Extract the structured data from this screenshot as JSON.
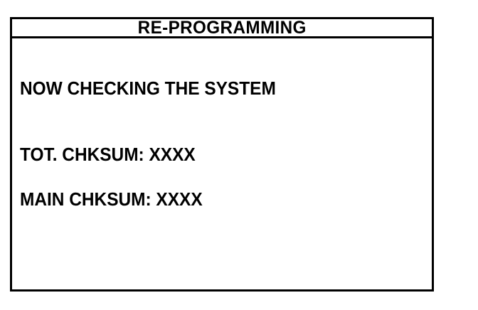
{
  "screen": {
    "title": "RE-PROGRAMMING",
    "status_message": "NOW CHECKING THE SYSTEM",
    "checksums": [
      {
        "label": "TOT. CHKSUM:",
        "value": "XXXX",
        "full_text": "TOT. CHKSUM: XXXX"
      },
      {
        "label": "MAIN CHKSUM:",
        "value": "XXXX",
        "full_text": "MAIN CHKSUM: XXXX"
      }
    ],
    "colors": {
      "foreground": "#000000",
      "background": "#ffffff",
      "border": "#000000"
    }
  }
}
